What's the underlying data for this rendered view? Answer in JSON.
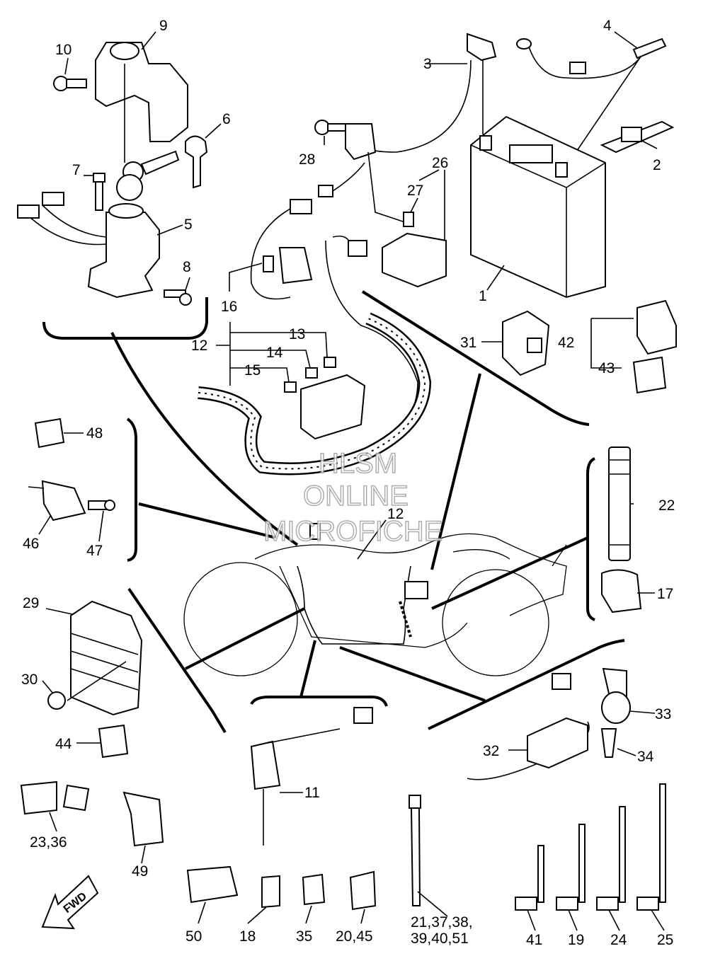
{
  "diagram": {
    "watermark": [
      "HLSM",
      "ONLINE",
      "MICROFICHE"
    ],
    "fwd_label": "FWD",
    "callouts": {
      "c1": "1",
      "c2": "2",
      "c3": "3",
      "c4": "4",
      "c5": "5",
      "c6": "6",
      "c7": "7",
      "c8": "8",
      "c9": "9",
      "c10": "10",
      "c11": "11",
      "c12a": "12",
      "c12b": "12",
      "c13": "13",
      "c14": "14",
      "c15": "15",
      "c16": "16",
      "c17": "17",
      "c18": "18",
      "c19": "19",
      "c20_45": "20,45",
      "c21_a": "21,37,38,",
      "c21_b": "39,40,51",
      "c22": "22",
      "c23_36": "23,36",
      "c24": "24",
      "c25": "25",
      "c26": "26",
      "c27": "27",
      "c28": "28",
      "c29": "29",
      "c30": "30",
      "c31": "31",
      "c32": "32",
      "c33": "33",
      "c34": "34",
      "c35": "35",
      "c41": "41",
      "c42": "42",
      "c43": "43",
      "c44": "44",
      "c46": "46",
      "c47": "47",
      "c48": "48",
      "c49": "49",
      "c50": "50"
    }
  }
}
